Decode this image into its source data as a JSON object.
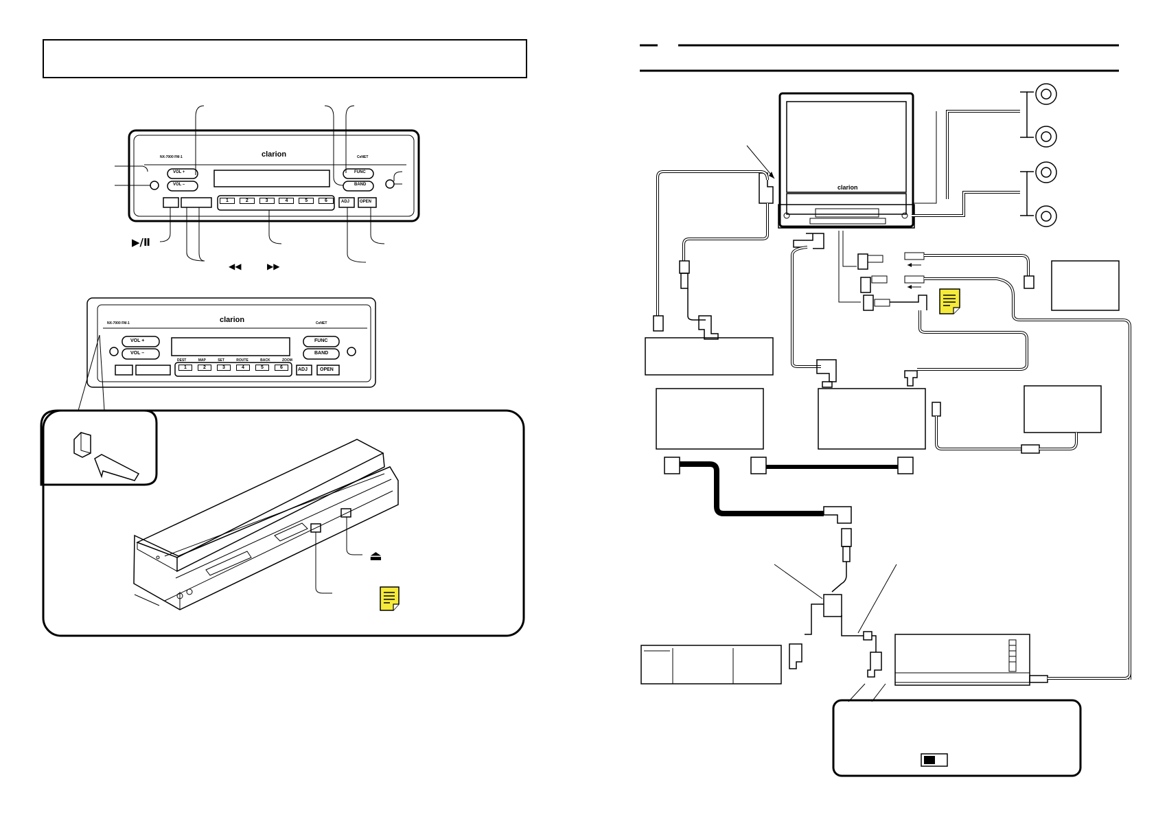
{
  "brand": {
    "logo": "clarion",
    "model_label": "NX-7000 FM-1",
    "network_label": "CeNET"
  },
  "front_panel": {
    "vol_up_label": "VOL +",
    "vol_down_label": "VOL –",
    "func_label": "FUNC",
    "band_label": "BAND",
    "adj_label": "ADJ",
    "open_label": "OPEN",
    "preset_buttons": [
      "1",
      "2",
      "3",
      "4",
      "5",
      "6"
    ],
    "preset_captions": [
      "DEST",
      "MAP",
      "SET",
      "ROUTE",
      "BACK",
      "ZOOM"
    ]
  },
  "callouts": {
    "play_pause_symbol": "▶/Ⅱ",
    "rewind_symbol": "◀◀",
    "forward_symbol": "▶▶",
    "eject_symbol": "⏏"
  },
  "tv_unit": {
    "logo": "clarion"
  },
  "icons": {
    "note_icon": "note-icon",
    "accent_note_color": "#f5ea3a"
  }
}
